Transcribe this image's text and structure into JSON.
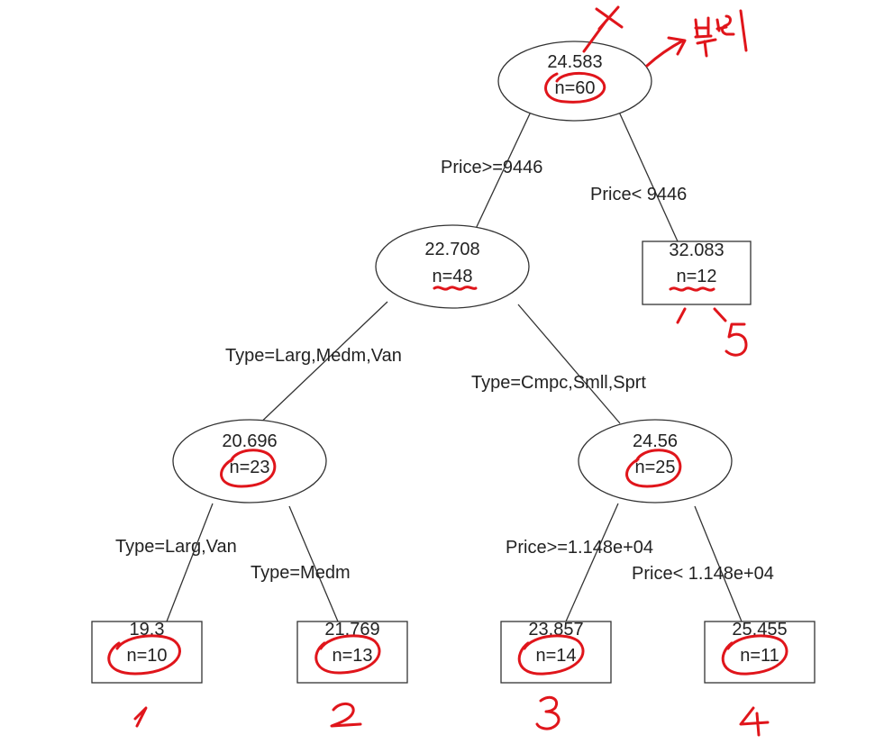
{
  "tree": {
    "nodes": [
      {
        "id": "root",
        "mean": "24.583",
        "n": "n=60",
        "shape": "ellipse"
      },
      {
        "id": "n48",
        "mean": "22.708",
        "n": "n=48",
        "shape": "ellipse"
      },
      {
        "id": "leaf5",
        "mean": "32.083",
        "n": "n=12",
        "shape": "rect"
      },
      {
        "id": "n23",
        "mean": "20.696",
        "n": "n=23",
        "shape": "ellipse"
      },
      {
        "id": "n25",
        "mean": "24.56",
        "n": "n=25",
        "shape": "ellipse"
      },
      {
        "id": "leaf1",
        "mean": "19.3",
        "n": "n=10",
        "shape": "rect"
      },
      {
        "id": "leaf2",
        "mean": "21.769",
        "n": "n=13",
        "shape": "rect"
      },
      {
        "id": "leaf3",
        "mean": "23.857",
        "n": "n=14",
        "shape": "rect"
      },
      {
        "id": "leaf4",
        "mean": "25.455",
        "n": "n=11",
        "shape": "rect"
      }
    ],
    "splits": {
      "root_left": "Price>=9446",
      "root_right": "Price< 9446",
      "n48_left": "Type=Larg,Medm,Van",
      "n48_right": "Type=Cmpc,Smll,Sprt",
      "n23_left": "Type=Larg,Van",
      "n23_right": "Type=Medm",
      "n25_left": "Price>=1.148e+04",
      "n25_right": "Price< 1.148e+04"
    }
  },
  "annotations": {
    "root_x_mark": "x",
    "root_label": "뿌리",
    "leaf_numbers": [
      "1",
      "2",
      "3",
      "4",
      "5"
    ]
  },
  "colors": {
    "ink": "#e0151b",
    "line": "#333333"
  }
}
